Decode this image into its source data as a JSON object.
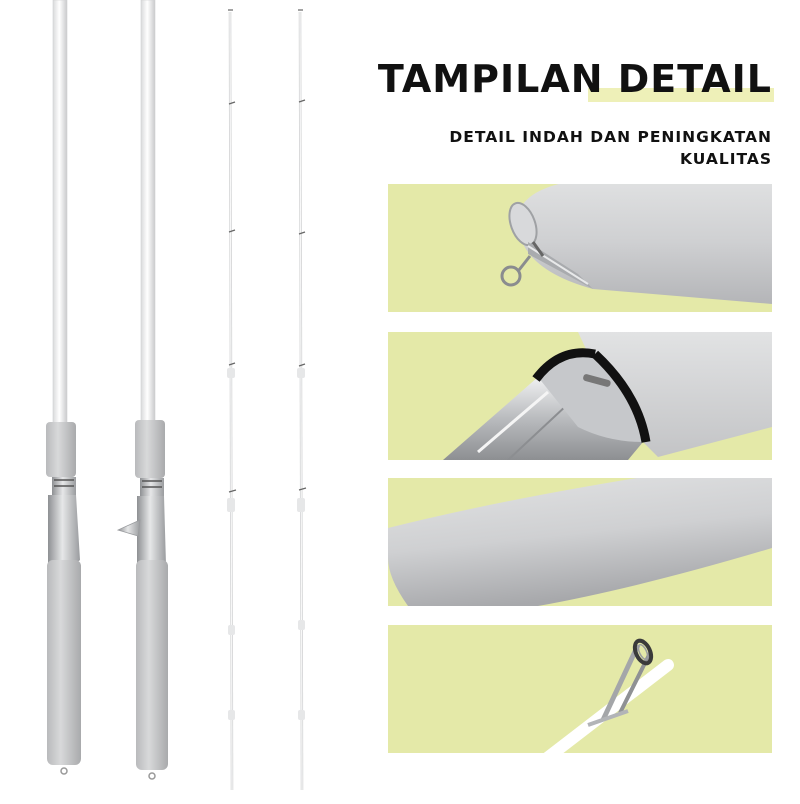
{
  "header": {
    "title": "TAMPILAN DETAIL",
    "subtitle_line1": "DETAIL INDAH DAN PENINGKATAN",
    "subtitle_line2": "KUALITAS"
  },
  "colors": {
    "panel_background": "#e4e9a8",
    "title_highlight": "#eef0b8",
    "text": "#111111"
  },
  "detail_panels": [
    {
      "subject": "rod-butt-end-ring"
    },
    {
      "subject": "reel-seat-lock-ring"
    },
    {
      "subject": "eva-foam-grip"
    },
    {
      "subject": "rod-guide"
    }
  ]
}
